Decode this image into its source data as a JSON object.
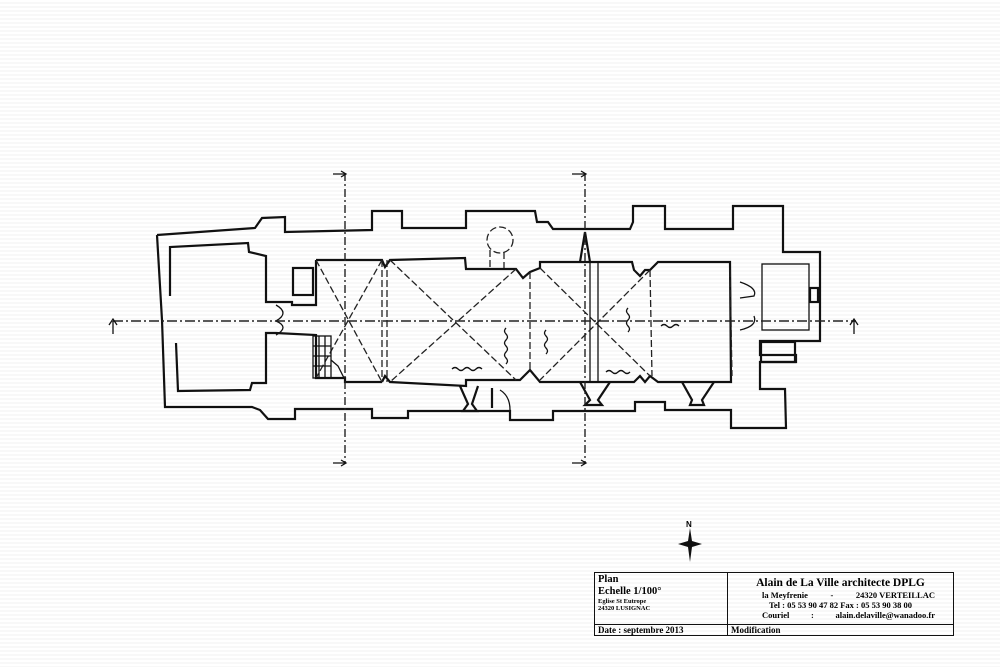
{
  "drawing": {
    "north_label": "N",
    "colors": {
      "ink": "#111111",
      "paper": "#ffffff"
    }
  },
  "title_block": {
    "title": "Plan",
    "scale": "Echelle 1/100°",
    "site_name": "Eglise St Eutrope",
    "site_town": "24320 LUSIGNAC",
    "date": "Date : septembre 2013",
    "modification": "Modification",
    "architect": "Alain de La Ville  architecte DPLG",
    "address_left": "la Meyfrenie",
    "address_sep": "-",
    "address_right": "24320 VERTEILLAC",
    "phone_fax": "Tel : 05 53 90 47 82 Fax : 05 53 90 38 00",
    "email_label": "Couriel",
    "email_sep": ":",
    "email": "alain.delaville@wanadoo.fr"
  }
}
